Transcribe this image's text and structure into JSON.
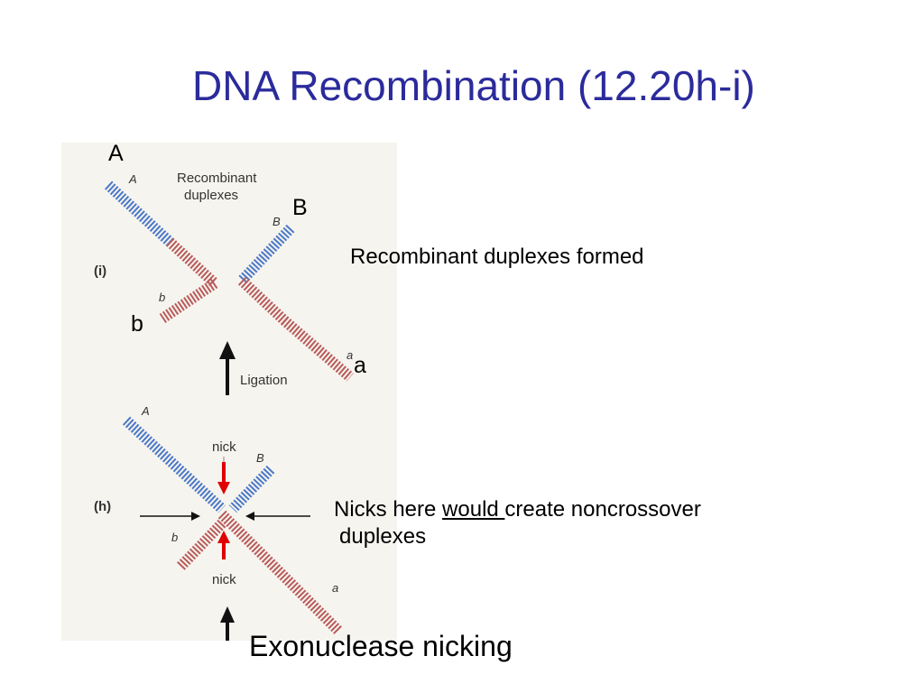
{
  "slide": {
    "title": "DNA Recombination (12.20h-i)",
    "outer_labels": {
      "A": "A",
      "B": "B",
      "b": "b",
      "a": "a"
    },
    "note_recombinant": "Recombinant duplexes formed",
    "note_nicks": {
      "prefix": "Nicks here ",
      "emphasis": "would ",
      "suffix": "create noncrossover",
      "line2": "duplexes"
    },
    "bottom_caption": "Exonuclease nicking"
  },
  "figure": {
    "panel_i": {
      "label": "(i)",
      "caption": "Recombinant\nduplexes",
      "caption_line1": "Recombinant",
      "caption_line2": "duplexes",
      "end_A": "A",
      "end_B": "B",
      "end_b": "b",
      "end_a": "a"
    },
    "ligation_label": "Ligation",
    "panel_h": {
      "label": "(h)",
      "nick_top": "nick",
      "nick_bottom": "nick",
      "end_A": "A",
      "end_B": "B",
      "end_b": "b",
      "end_a": "a"
    },
    "colors": {
      "blue_strand": "#4a78c8",
      "red_strand": "#b85a5a",
      "nick_arrow": "#e00000"
    }
  }
}
